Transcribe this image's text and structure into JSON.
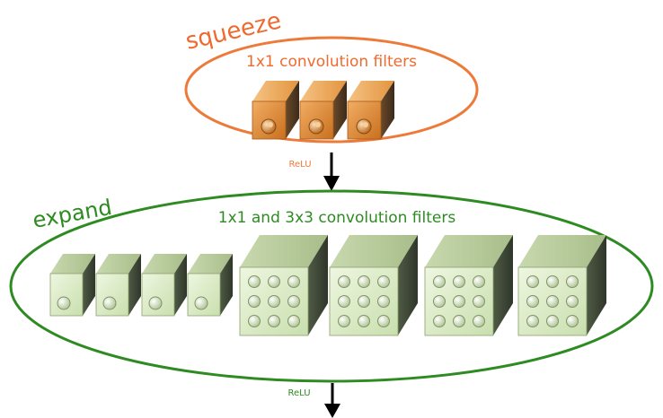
{
  "squeeze": {
    "title": "squeeze",
    "subtitle": "1x1 convolution filters",
    "activation": "ReLU",
    "filter_count": 3,
    "color": "#ee6a2f"
  },
  "expand": {
    "title": "expand",
    "subtitle": "1x1 and 3x3 convolution filters",
    "activation": "ReLU",
    "filter_1x1_count": 4,
    "filter_3x3_count": 4,
    "color": "#2e8b22"
  },
  "colors": {
    "squeeze_outline": "#ee7a3a",
    "expand_outline": "#2e8b22",
    "orange_face": "#e08a3a",
    "green_face": "#dfeec9",
    "cube_side": "#3e4636",
    "arrow": "#000000"
  },
  "icons": {
    "flow_arrow": "arrow-down-icon",
    "filter_1x1": "cuboid-1x1-icon",
    "filter_3x3": "cube-3x3-icon"
  }
}
